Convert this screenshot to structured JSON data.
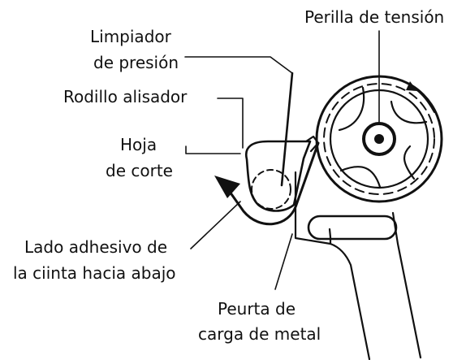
{
  "diagram": {
    "labels": {
      "tension_knob": "Perilla de tensión",
      "pressure_wiper_line1": "Limpiador",
      "pressure_wiper_line2": "de presión",
      "smoothing_roller": "Rodillo alisador",
      "cutting_blade_line1": "Hoja",
      "cutting_blade_line2": "de corte",
      "adhesive_side_line1": "Lado adhesivo de",
      "adhesive_side_line2": "la ciinta hacia abajo",
      "load_door_line1": "Peurta de",
      "load_door_line2": "carga de metal"
    },
    "colors": {
      "ink": "#111111",
      "background": "#ffffff"
    }
  }
}
